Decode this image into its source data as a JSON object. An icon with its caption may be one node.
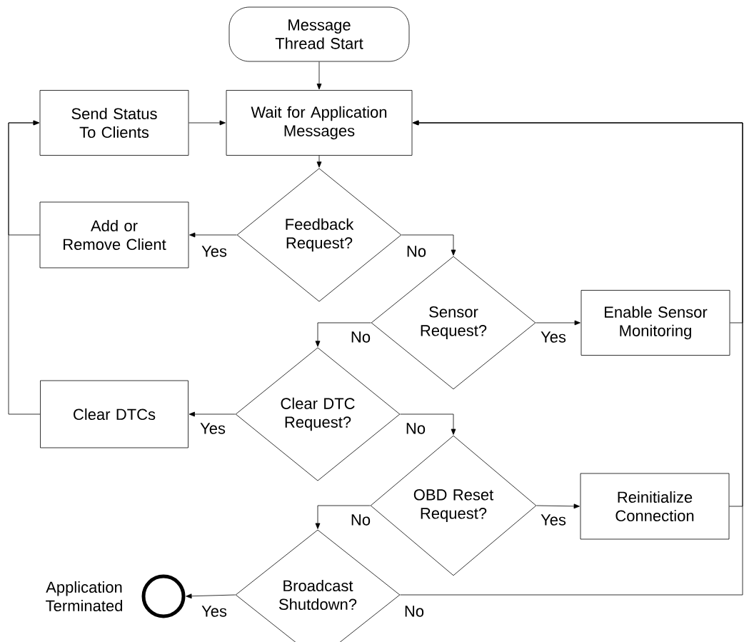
{
  "diagram": {
    "nodes": [
      {
        "text": [
          "Message Thread Start"
        ]
      },
      {
        "text": [
          "Send Status To Clients"
        ]
      },
      {
        "text": [
          "Wait for Application Messages"
        ]
      },
      {
        "text": [
          "Feedback Request?"
        ]
      },
      {
        "text": [
          "Add or Remove Client"
        ]
      },
      {
        "text": [
          "Sensor Request?"
        ]
      },
      {
        "text": [
          "Enable Sensor Monitoring"
        ]
      },
      {
        "text": [
          "Clear DTC Request?"
        ]
      },
      {
        "text": [
          "Clear DTCs"
        ]
      },
      {
        "text": [
          "OBD Reset Request?"
        ]
      },
      {
        "text": [
          "Reinitialize Connection"
        ]
      },
      {
        "text": [
          "Broadcast Shutdown?"
        ]
      },
      {
        "text": [],
        "shape": "circle",
        "beside": [
          "Application Terminated"
        ]
      }
    ],
    "edges": [
      {
        "from": 0,
        "to": 2,
        "arrow": "to"
      },
      {
        "from": 1,
        "to": 2,
        "arrow": "to"
      },
      {
        "from": 2,
        "to": 3,
        "arrow": "to"
      },
      {
        "from": 3,
        "to": 4,
        "arrow": "to",
        "label": "Yes"
      },
      {
        "from": 3,
        "to": 5,
        "arrow": "to",
        "label": "No"
      },
      {
        "from": 4,
        "to": 1,
        "arrow": "to"
      },
      {
        "from": 5,
        "to": 6,
        "arrow": "to",
        "label": "Yes"
      },
      {
        "from": 5,
        "to": 7,
        "arrow": "to",
        "label": "No"
      },
      {
        "from": 6,
        "to": 2,
        "arrow": "to"
      },
      {
        "from": 7,
        "to": 8,
        "arrow": "to",
        "label": "Yes"
      },
      {
        "from": 7,
        "to": 9,
        "arrow": "to",
        "label": "No"
      },
      {
        "from": 8,
        "to": 1,
        "arrow": "to"
      },
      {
        "from": 9,
        "to": 10,
        "arrow": "to",
        "label": "Yes"
      },
      {
        "from": 9,
        "to": 11,
        "arrow": "to",
        "label": "No"
      },
      {
        "from": 10,
        "to": 2,
        "arrow": "to"
      },
      {
        "from": 11,
        "to": 12,
        "arrow": "to",
        "label": "Yes"
      },
      {
        "from": 11,
        "to": 2,
        "arrow": "to",
        "label": "No"
      }
    ]
  }
}
